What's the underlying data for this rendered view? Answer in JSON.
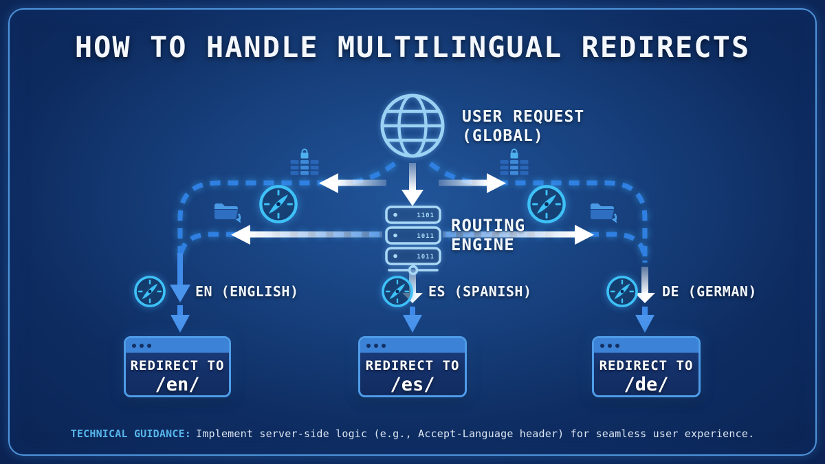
{
  "title": "HOW TO HANDLE MULTILINGUAL REDIRECTS",
  "user_request": {
    "line1": "USER REQUEST",
    "line2": "(GLOBAL)"
  },
  "routing_engine": {
    "line1": "ROUTING",
    "line2": "ENGINE",
    "server_rows": [
      "1101",
      "1011",
      "1011"
    ]
  },
  "branches": [
    {
      "id": "en",
      "label": "EN (ENGLISH)",
      "redirect_label": "REDIRECT TO",
      "redirect_path": "/en/"
    },
    {
      "id": "es",
      "label": "ES (SPANISH)",
      "redirect_label": "REDIRECT TO",
      "redirect_path": "/es/"
    },
    {
      "id": "de",
      "label": "DE (GERMAN)",
      "redirect_label": "REDIRECT TO",
      "redirect_path": "/de/"
    }
  ],
  "footer": {
    "highlight": "TECHNICAL GUIDANCE:",
    "text": "Implement server-side logic (e.g., Accept-Language header) for seamless user experience."
  },
  "colors": {
    "background_deep": "#081a44",
    "background_mid": "#143a74",
    "frame_border": "#4e94da",
    "dashed_line": "#2f80e2",
    "solid_arrow_blue": "#4a94ec",
    "light_icon_stroke": "#a9d8f6",
    "compass_cyan": "#3ec1f7",
    "box_border": "#4f9ce8",
    "box_titlebar": "#3c82d6",
    "box_body": "#15316a",
    "footer_highlight": "#56b4ea",
    "title_text": "#f4f8fd"
  }
}
